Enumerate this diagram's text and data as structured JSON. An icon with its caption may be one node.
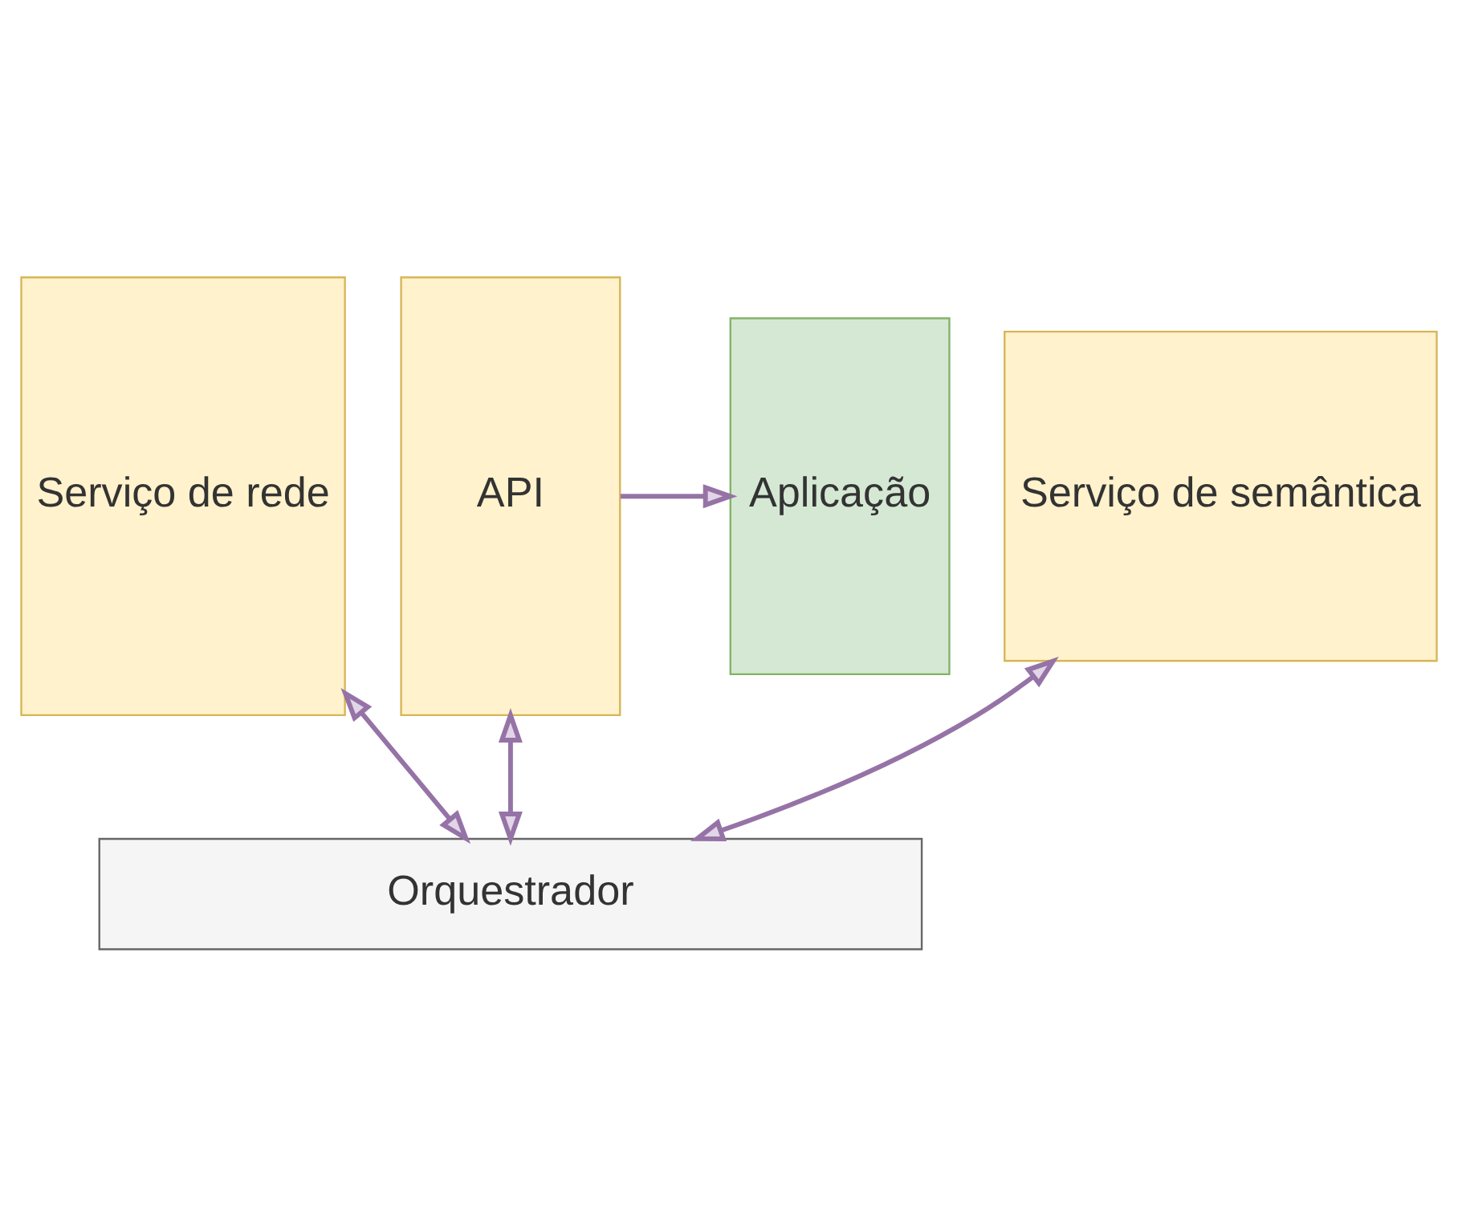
{
  "diagram": {
    "nodes": [
      {
        "text": [
          "Serviço de rede"
        ]
      },
      {
        "text": [
          "API"
        ]
      },
      {
        "text": [
          "Serviço de semântica"
        ]
      },
      {
        "text": [
          "Aplicação"
        ]
      },
      {
        "text": [
          "Orquestrador"
        ]
      }
    ],
    "edges": [
      {
        "from": 1,
        "to": 3,
        "arrow": "to"
      },
      {
        "from": 0,
        "to": 4,
        "arrow": "both"
      },
      {
        "from": 2,
        "to": 4,
        "arrow": "both"
      },
      {
        "from": 1,
        "to": 4,
        "arrow": "both"
      }
    ]
  }
}
